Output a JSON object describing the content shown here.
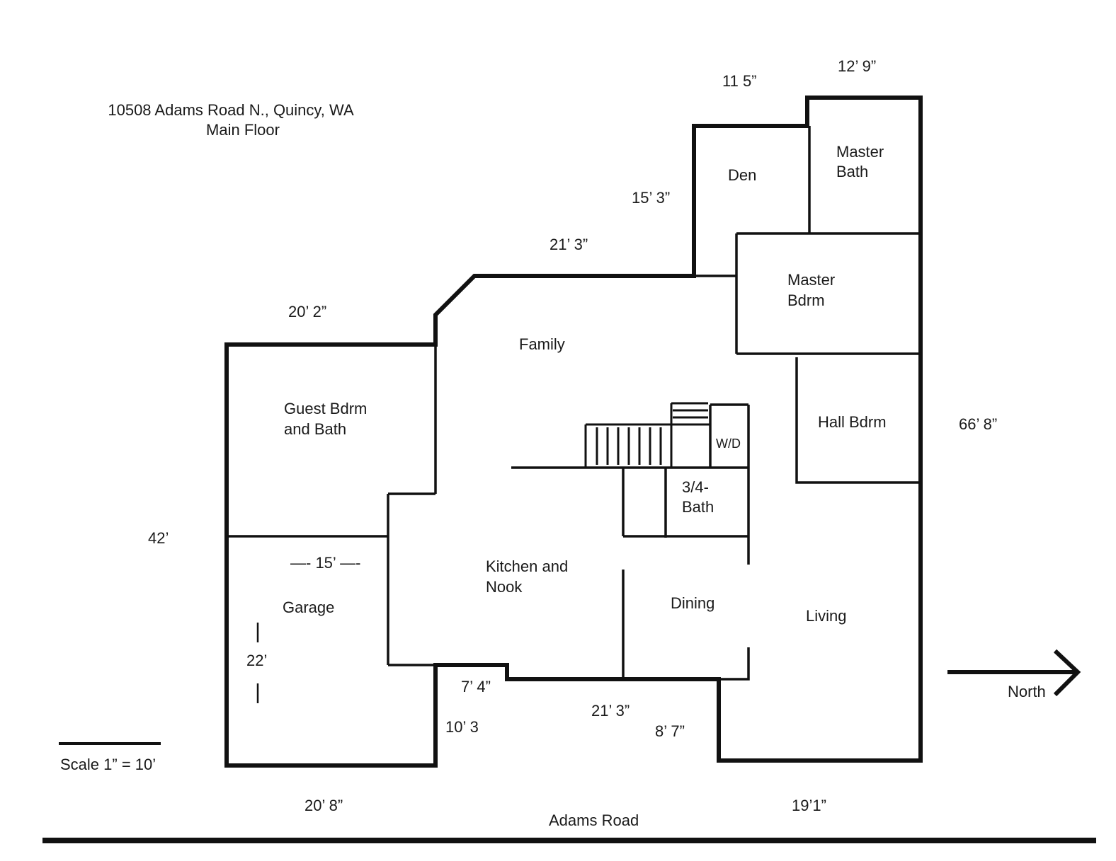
{
  "header": {
    "address": "10508 Adams Road N., Quincy, WA",
    "floor": "Main Floor"
  },
  "rooms": {
    "den": "Den",
    "master_bath_line1": "Master",
    "master_bath_line2": "Bath",
    "master_bdrm_line1": "Master",
    "master_bdrm_line2": "Bdrm",
    "family": "Family",
    "guest_line1": "Guest Bdrm",
    "guest_line2": "and Bath",
    "hall_bdrm": "Hall Bdrm",
    "wd": "W/D",
    "bath_line1": "3/4-",
    "bath_line2": "Bath",
    "kitchen_line1": "Kitchen and",
    "kitchen_line2": "Nook",
    "garage": "Garage",
    "dining": "Dining",
    "living": "Living"
  },
  "dimensions": {
    "d_11_5": "11 5”",
    "d_12_9": "12’ 9”",
    "d_15_3": "15’ 3”",
    "d_21_3_top": "21’ 3”",
    "d_20_2": "20’ 2”",
    "d_66_8": "66’ 8”",
    "d_42": "42’",
    "d_15_garage": "—- 15’ —-",
    "d_22": "22’",
    "d_7_4": "7’ 4”",
    "d_10_3": "10’ 3",
    "d_21_3_bottom": "21’ 3”",
    "d_8_7": "8’ 7”",
    "d_20_8": "20’ 8”",
    "d_19_1": "19’1”"
  },
  "legend": {
    "scale": "Scale 1” = 10’",
    "north": "North",
    "road": "Adams Road"
  }
}
